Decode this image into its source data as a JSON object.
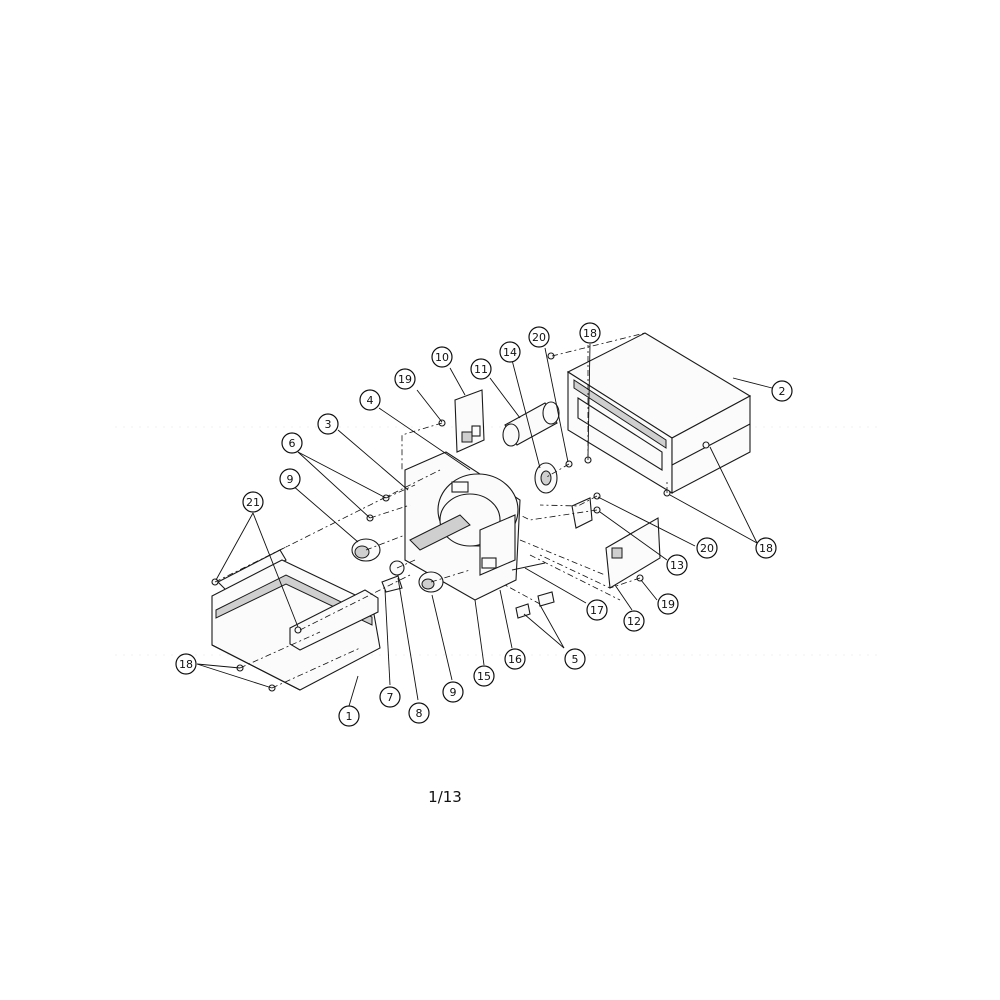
{
  "page_number": "1/13",
  "callouts": [
    {
      "id": "c1",
      "label": "1"
    },
    {
      "id": "c2",
      "label": "2"
    },
    {
      "id": "c3",
      "label": "3"
    },
    {
      "id": "c4",
      "label": "4"
    },
    {
      "id": "c5",
      "label": "5"
    },
    {
      "id": "c6",
      "label": "6"
    },
    {
      "id": "c7",
      "label": "7"
    },
    {
      "id": "c8",
      "label": "8"
    },
    {
      "id": "c9a",
      "label": "9"
    },
    {
      "id": "c9b",
      "label": "9"
    },
    {
      "id": "c10",
      "label": "10"
    },
    {
      "id": "c11",
      "label": "11"
    },
    {
      "id": "c12",
      "label": "12"
    },
    {
      "id": "c13",
      "label": "13"
    },
    {
      "id": "c14",
      "label": "14"
    },
    {
      "id": "c15",
      "label": "15"
    },
    {
      "id": "c16",
      "label": "16"
    },
    {
      "id": "c17",
      "label": "17"
    },
    {
      "id": "c18a",
      "label": "18"
    },
    {
      "id": "c18b",
      "label": "18"
    },
    {
      "id": "c18c",
      "label": "18"
    },
    {
      "id": "c19a",
      "label": "19"
    },
    {
      "id": "c19b",
      "label": "19"
    },
    {
      "id": "c20a",
      "label": "20"
    },
    {
      "id": "c20b",
      "label": "20"
    },
    {
      "id": "c21",
      "label": "21"
    }
  ]
}
